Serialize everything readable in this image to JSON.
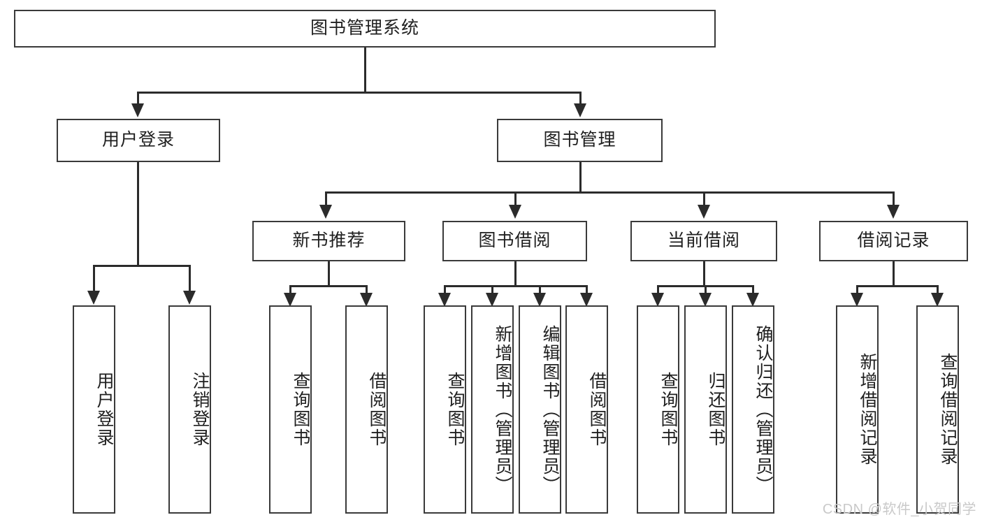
{
  "diagram": {
    "title": "图书管理系统",
    "type": "tree-hierarchy-diagram",
    "colors": {
      "box_border": "#3a3a3a",
      "connector": "#2b2b2b",
      "background": "#ffffff",
      "text": "#1f1f1f",
      "watermark": "#c9c9c9"
    },
    "root": {
      "label": "图书管理系统"
    },
    "level2": [
      {
        "label": "用户登录"
      },
      {
        "label": "图书管理"
      }
    ],
    "level3": [
      {
        "label": "新书推荐"
      },
      {
        "label": "图书借阅"
      },
      {
        "label": "当前借阅"
      },
      {
        "label": "借阅记录"
      }
    ],
    "leaves": {
      "user_login": [
        {
          "label": "用户登录"
        },
        {
          "label": "注销登录"
        }
      ],
      "new_book_recommend": [
        {
          "label": "查询图书"
        },
        {
          "label": "借阅图书"
        }
      ],
      "book_borrow": [
        {
          "label": "查询图书"
        },
        {
          "label": "新增图书（管理员）"
        },
        {
          "label": "编辑图书（管理员）"
        },
        {
          "label": "借阅图书"
        }
      ],
      "current_borrow": [
        {
          "label": "查询图书"
        },
        {
          "label": "归还图书"
        },
        {
          "label": "确认归还（管理员）"
        }
      ],
      "borrow_record": [
        {
          "label": "新增借阅记录"
        },
        {
          "label": "查询借阅记录"
        }
      ]
    },
    "watermark": "CSDN @软件_小贺同学"
  }
}
